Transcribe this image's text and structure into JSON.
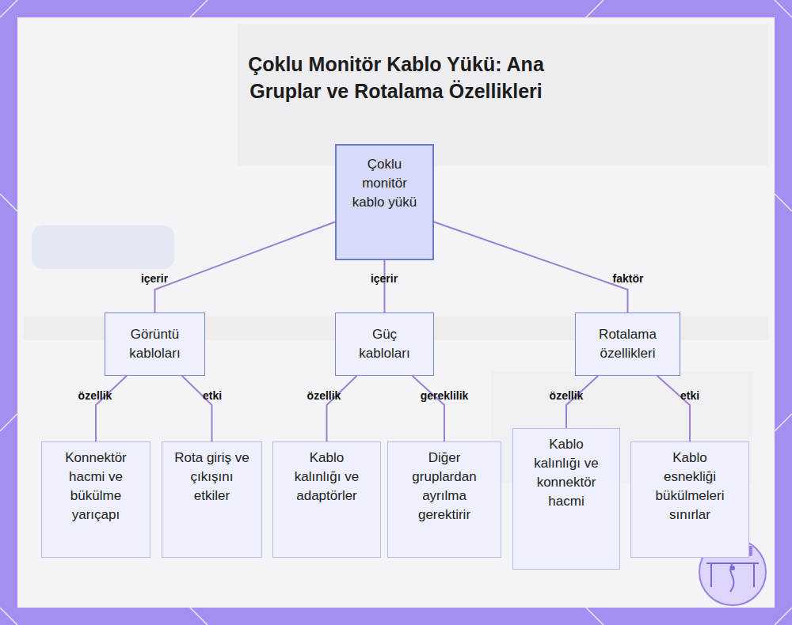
{
  "diagram": {
    "title": "Çoklu Monitör Kablo Yükü: Ana Gruplar ve Rotalama Özellikleri",
    "nodes": [
      {
        "text": [
          "Çoklu monitör kablo yükü"
        ]
      },
      {
        "text": [
          "Görüntü kabloları"
        ]
      },
      {
        "text": [
          "Güç kabloları"
        ]
      },
      {
        "text": [
          "Rotalama özellikleri"
        ]
      },
      {
        "text": [
          "Konnektör hacmi ve bükülme yarıçapı"
        ]
      },
      {
        "text": [
          "Rota giriş ve çıkışını etkiler"
        ]
      },
      {
        "text": [
          "Kablo kalınlığı ve adaptörler"
        ]
      },
      {
        "text": [
          "Diğer gruplardan ayrılma gerektirir"
        ]
      },
      {
        "text": [
          "Kablo kalınlığı ve konnektör hacmi"
        ]
      },
      {
        "text": [
          "Kablo esnekliği bükülmeleri sınırlar"
        ]
      }
    ],
    "edges": [
      {
        "from": 0,
        "to": 1,
        "label": "içerir",
        "arrow": "none"
      },
      {
        "from": 0,
        "to": 2,
        "label": "içerir",
        "arrow": "none"
      },
      {
        "from": 0,
        "to": 3,
        "label": "faktör",
        "arrow": "none"
      },
      {
        "from": 1,
        "to": 4,
        "label": "özellik",
        "arrow": "none"
      },
      {
        "from": 1,
        "to": 5,
        "label": "etki",
        "arrow": "none"
      },
      {
        "from": 2,
        "to": 6,
        "label": "özellik",
        "arrow": "none"
      },
      {
        "from": 2,
        "to": 7,
        "label": "gereklilik",
        "arrow": "none"
      },
      {
        "from": 3,
        "to": 8,
        "label": "özellik",
        "arrow": "none"
      },
      {
        "from": 3,
        "to": 9,
        "label": "etki",
        "arrow": "none"
      }
    ]
  }
}
